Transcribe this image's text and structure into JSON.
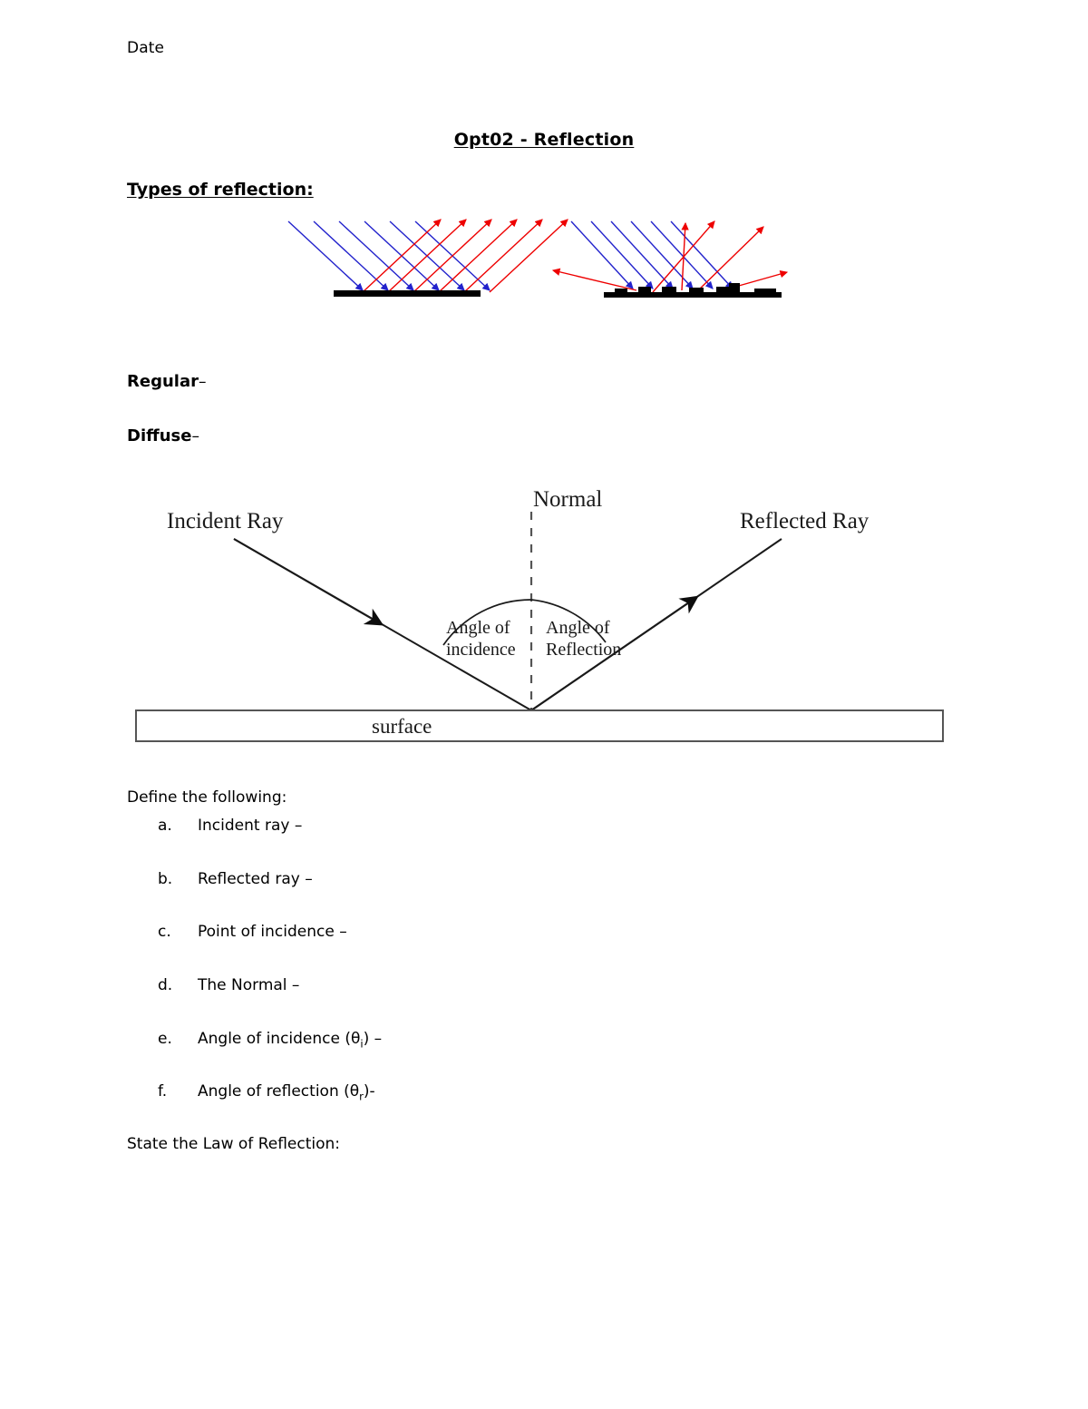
{
  "document": {
    "date_label": "Date",
    "title": "Opt02 - Reflection",
    "types_heading": "Types of reflection:",
    "regular_term": "Regular",
    "regular_dash": "–",
    "diffuse_term": "Diffuse",
    "diffuse_dash": "–",
    "define_label": "Define the following:",
    "law_label": "State the Law of Reflection:"
  },
  "definitions": [
    {
      "marker": "a.",
      "text": "Incident ray –"
    },
    {
      "marker": "b.",
      "text": "Reflected ray –"
    },
    {
      "marker": "c.",
      "text": "Point of incidence –"
    },
    {
      "marker": "d.",
      "text": "The Normal –"
    },
    {
      "marker": "e.",
      "text_prefix": "Angle of incidence (θ",
      "sub": "i",
      "text_suffix": ") –"
    },
    {
      "marker": "f.",
      "text_prefix": "Angle of reflection (θ",
      "sub": "r",
      "text_suffix": ")-"
    }
  ],
  "figures": {
    "types_of_reflection": {
      "regular": {
        "caption_ref": "Regular",
        "incident_ray_color": "#2222cc",
        "reflected_ray_color": "#ee0000",
        "surface_color": "#000000",
        "surface_type": "flat-smooth",
        "incident_ray_count": 6,
        "reflected_ray_count": 6
      },
      "diffuse": {
        "caption_ref": "Diffuse",
        "incident_ray_color": "#2222cc",
        "reflected_ray_color": "#ee0000",
        "surface_color": "#000000",
        "surface_type": "rough-jagged",
        "incident_ray_count": 6,
        "reflected_ray_count": 5
      }
    },
    "law_of_reflection": {
      "labels": {
        "incident_ray": "Incident Ray",
        "normal": "Normal",
        "reflected_ray": "Reflected Ray",
        "angle_of_incidence_line1": "Angle of",
        "angle_of_incidence_line2": "incidence",
        "angle_of_reflection_line1": "Angle of",
        "angle_of_reflection_line2": "Reflection",
        "surface": "surface"
      },
      "stroke_color": "#1a1a1a",
      "surface_box_border": "#555555"
    }
  }
}
